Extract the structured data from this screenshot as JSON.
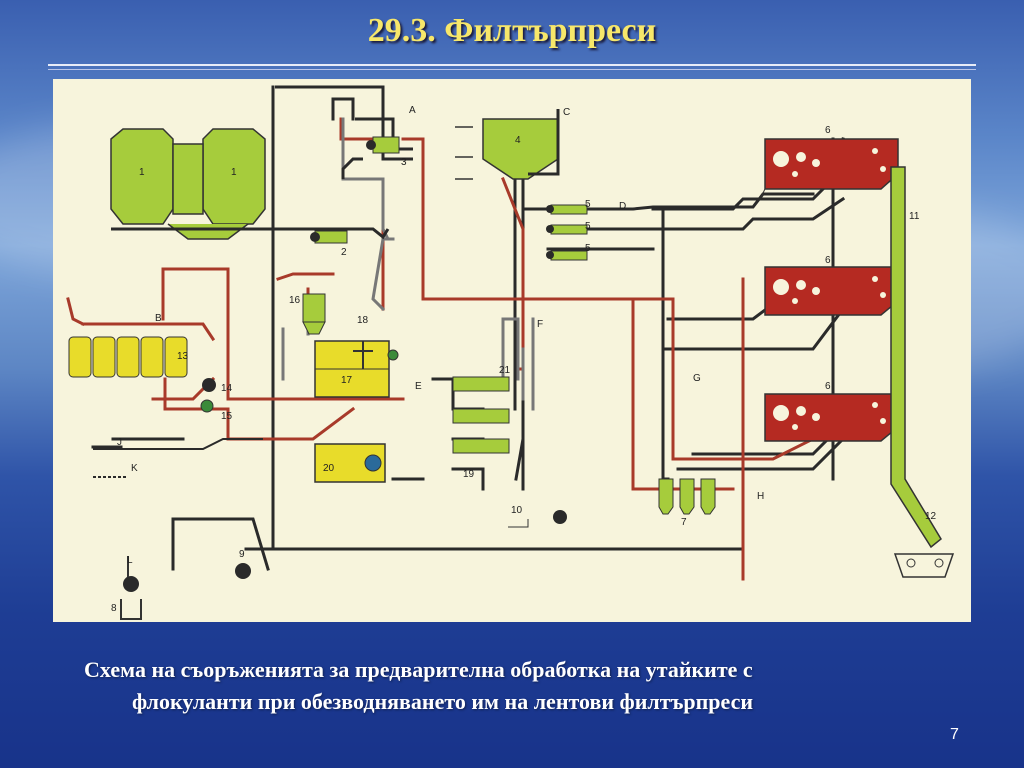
{
  "slide": {
    "title": "29.3. Филтърпреси",
    "caption_line1": "Схема на съоръженията за предварителна обработка на утайките с",
    "caption_line2": "флокуланти при обезводняването им на лентови филтърпреси",
    "page_number": "7"
  },
  "diagram": {
    "labels": {
      "n1a": "1",
      "n1b": "1",
      "n2": "2",
      "n3": "3",
      "n4": "4",
      "n5a": "5",
      "n5b": "5",
      "n5c": "5",
      "n6a": "6",
      "n6b": "6",
      "n6c": "6",
      "n7": "7",
      "n8": "8",
      "n9": "9",
      "n10": "10",
      "n11": "11",
      "n12": "12",
      "n13": "13",
      "n14": "14",
      "n15": "15",
      "n16": "16",
      "n17": "17",
      "n18": "18",
      "n19": "19",
      "n20": "20",
      "n21": "21",
      "A": "A",
      "B": "B",
      "C": "C",
      "D": "D",
      "E": "E",
      "F": "F",
      "G": "G",
      "H": "H",
      "J": "J",
      "K": "K",
      "L": "L"
    },
    "colors": {
      "background": "#f7f4dc",
      "equipment_green": "#a6cc3c",
      "press_red": "#b52a22",
      "pipe_dark": "#2a2a2a",
      "pipe_red": "#a83a2a",
      "pipe_gray": "#777777",
      "tank_yellow": "#e8dc2a"
    }
  }
}
